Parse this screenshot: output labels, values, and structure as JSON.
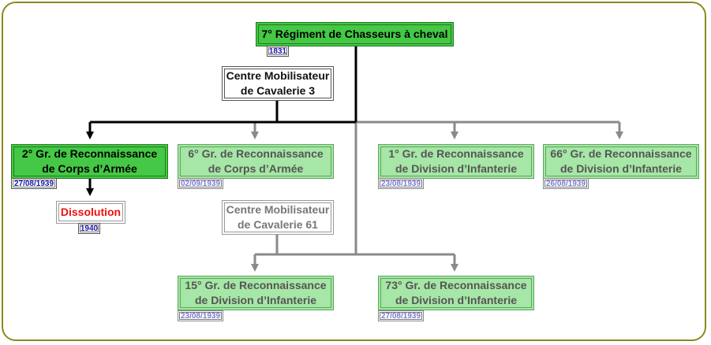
{
  "nodes": {
    "regiment": {
      "label": "7° Régiment de Chasseurs à cheval",
      "date": "1831"
    },
    "cmc3": {
      "label": "Centre Mobilisateur\nde Cavalerie 3"
    },
    "gr2": {
      "label": "2° Gr. de Reconnaissance\nde Corps d’Armée",
      "date": "27/08/1939"
    },
    "dissolution": {
      "label": "Dissolution",
      "date": "1940"
    },
    "gr6": {
      "label": "6° Gr. de Reconnaissance\nde Corps d’Armée",
      "date": "02/09/1939"
    },
    "gr1": {
      "label": "1° Gr. de Reconnaissance\nde Division d’Infanterie",
      "date": "23/08/1939"
    },
    "gr66": {
      "label": "66° Gr. de Reconnaissance\nde Division d’Infanterie",
      "date": "26/08/1939"
    },
    "cmc61": {
      "label": "Centre Mobilisateur\nde Cavalerie 61"
    },
    "gr15": {
      "label": "15° Gr. de Reconnaissance\nde Division d’Infanterie",
      "date": "23/08/1939"
    },
    "gr73": {
      "label": "73° Gr. de Reconnaissance\nde Division d’Infanterie",
      "date": "27/08/1939"
    }
  },
  "colors": {
    "frame": "#8a8a1e",
    "main_fill": "#45c845",
    "faded_fill": "#a6e6a6",
    "link_dark": "#000000",
    "link_faded": "#8a8a8a",
    "date_text": "#1a1aa8",
    "dissolution_text": "#ee1111"
  }
}
